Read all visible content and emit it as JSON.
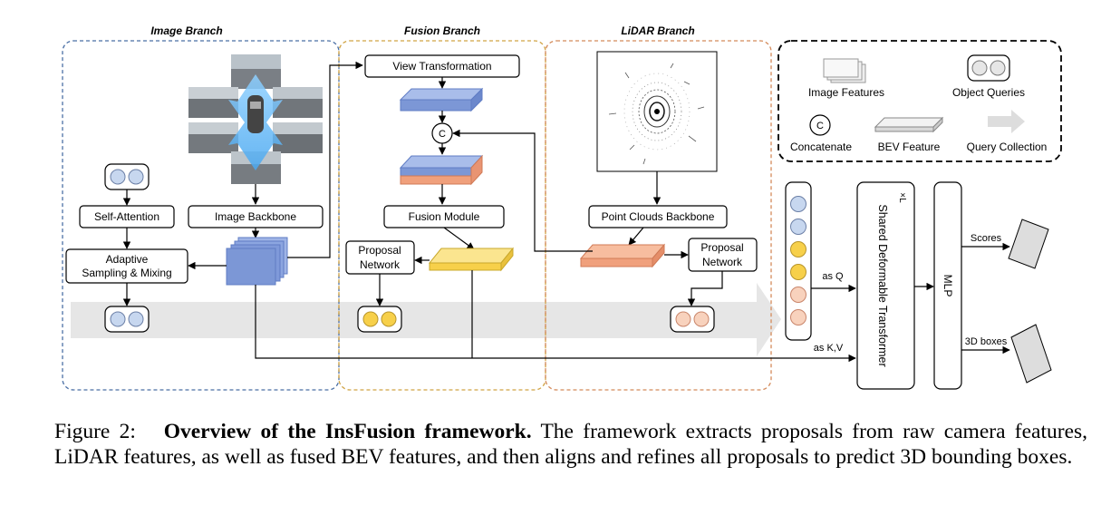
{
  "branches": {
    "image": "Image Branch",
    "fusion": "Fusion Branch",
    "lidar": "LiDAR Branch"
  },
  "blocks": {
    "view_transformation": "View Transformation",
    "fusion_module": "Fusion Module",
    "point_clouds_backbone": "Point Clouds Backbone",
    "self_attention": "Self-Attention",
    "image_backbone": "Image Backbone",
    "adaptive_line1": "Adaptive",
    "adaptive_line2": "Sampling & Mixing",
    "proposal_line1": "Proposal",
    "proposal_line2": "Network",
    "concat_symbol": "C",
    "transformer": "Shared Deformable Transformer",
    "transformer_repeat": "×L",
    "mlp": "MLP"
  },
  "arrow_labels": {
    "as_q": "as Q",
    "as_kv": "as K,V",
    "scores": "Scores",
    "boxes_3d": "3D boxes"
  },
  "legend": {
    "image_features": "Image Features",
    "object_queries": "Object Queries",
    "concatenate": "Concatenate",
    "bev_feature": "BEV Feature",
    "query_collection": "Query Collection",
    "concat_symbol": "C"
  },
  "caption": {
    "figure_label": "Figure 2:",
    "title": "Overview of the InsFusion framework.",
    "body": "The framework extracts proposals from raw camera features, LiDAR features, as well as fused BEV features, and then aligns and refines all proposals to predict 3D bounding boxes."
  },
  "colors": {
    "image_branch_border": "#4a6fa5",
    "fusion_branch_border": "#d1a343",
    "lidar_branch_border": "#d48a5a",
    "blue_query": "#c7d7ef",
    "yellow_query": "#f7d04a",
    "orange_query": "#f8d2bd",
    "blue_feature": "#7c97d6",
    "orange_feature": "#f0a07c",
    "yellow_feature": "#f7d75a"
  }
}
